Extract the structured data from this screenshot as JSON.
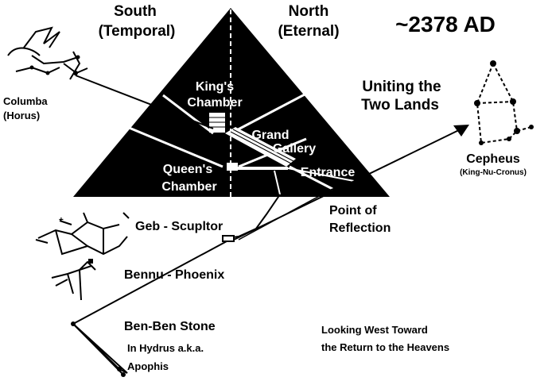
{
  "header": {
    "south_line1": "South",
    "south_line2": "(Temporal)",
    "north_line1": "North",
    "north_line2": "(Eternal)",
    "date": "~2378 AD"
  },
  "pyramid": {
    "kings_chamber_line1": "King's",
    "kings_chamber_line2": "Chamber",
    "grand_gallery_line1": "Grand",
    "grand_gallery_line2": "Gallery",
    "queens_chamber_line1": "Queen's",
    "queens_chamber_line2": "Chamber",
    "entrance": "Entrance"
  },
  "labels": {
    "columba_line1": "Columba",
    "columba_line2": "(Horus)",
    "uniting_line1": "Uniting the",
    "uniting_line2": "Two Lands",
    "cepheus": "Cepheus",
    "cepheus_sub": "(King-Nu-Cronus)",
    "reflection_line1": "Point of",
    "reflection_line2": "Reflection",
    "geb": "Geb - Scupltor",
    "bennu": "Bennu - Phoenix",
    "benben": "Ben-Ben Stone",
    "hydrus_line1": "In Hydrus a.k.a.",
    "hydrus_line2": "Apophis",
    "looking_line1": "Looking West Toward",
    "looking_line2": "the Return to the Heavens"
  },
  "colors": {
    "ink": "#000000",
    "paper": "#ffffff"
  }
}
